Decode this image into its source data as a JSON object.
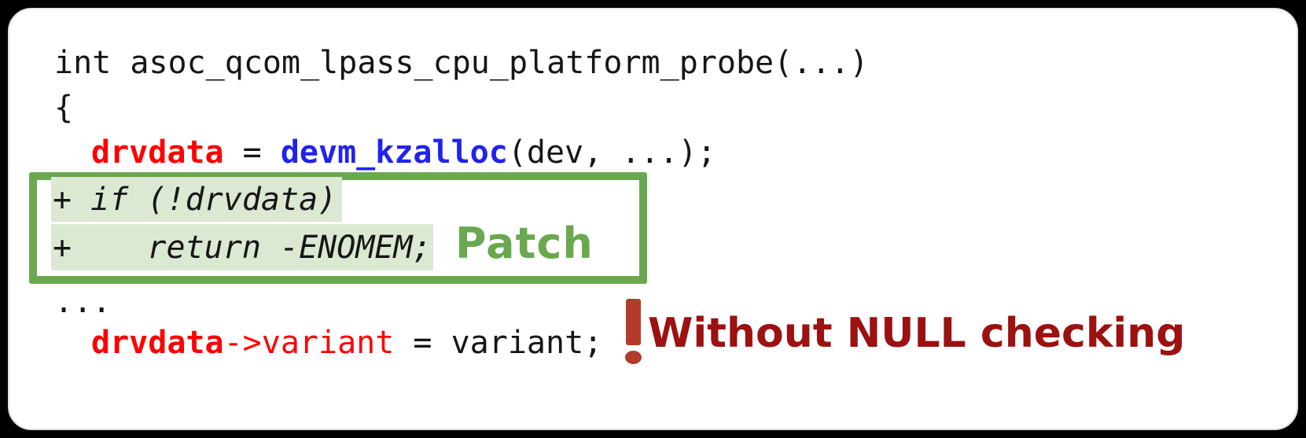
{
  "colors": {
    "canvas": "#000000",
    "card_bg": "#ffffff",
    "card_border": "#e2e2e2",
    "code_text": "#161616",
    "red": "#ff0000",
    "blue": "#2222ee",
    "patch_green": "#6aa84f",
    "patch_highlight": "#dce9d2",
    "warning_dark_red": "#9c1111",
    "exclaim_red": "#b23b2a"
  },
  "code": {
    "function_signature": "int asoc_qcom_lpass_cpu_platform_probe(...)",
    "open_brace": "{",
    "alloc": {
      "variable": "drvdata",
      "assign": " = ",
      "function": "devm_kzalloc",
      "args": "(dev, ...);"
    },
    "ellipsis": "...",
    "assign": {
      "variable": "drvdata",
      "member": "->variant",
      "rest": " = variant;"
    }
  },
  "patch": {
    "line1": "+ if (!drvdata)",
    "line2": "+    return -ENOMEM;",
    "label": "Patch"
  },
  "warning": {
    "icon": "exclamation-mark",
    "text": "Without NULL checking"
  }
}
